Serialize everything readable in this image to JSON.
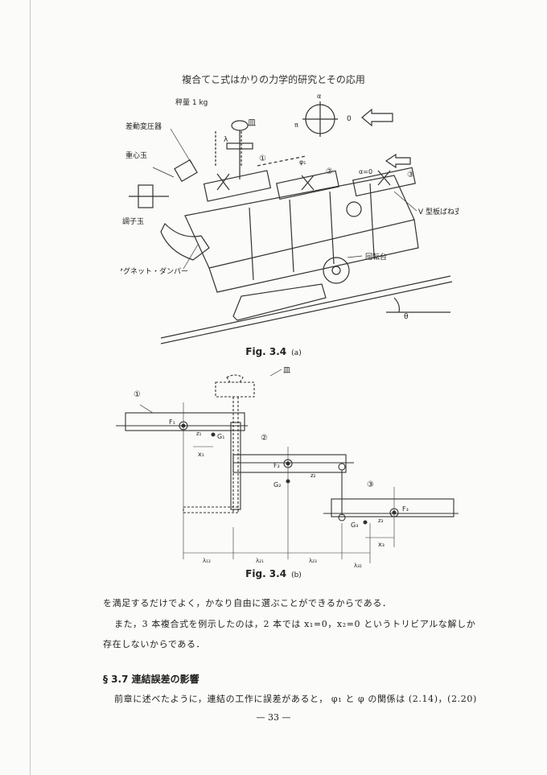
{
  "running_head": "複合てこ式はかりの力学的研究とその応用",
  "figure_a": {
    "caption": "Fig. 3.4",
    "caption_sub": "(a)",
    "labels": {
      "load": "秤量 1 kg",
      "differential_transformer": "差動変圧器",
      "center_weight": "重心玉",
      "adjust_weight": "調子玉",
      "magnet_damper": "マグネット・ダンパー",
      "dish": "皿",
      "lambda": "λ",
      "phi1": "φ₁",
      "c1": "①",
      "c2": "②",
      "c3": "③",
      "alpha0": "α=0",
      "alpha": "α",
      "pi": "π",
      "zero": "0",
      "v_spring": "V 型板ばね支点",
      "turntable": "回転台",
      "theta": "θ"
    }
  },
  "figure_b": {
    "caption": "Fig. 3.4",
    "caption_sub": "(b)",
    "labels": {
      "dish": "皿",
      "c1": "①",
      "c2": "②",
      "c3": "③",
      "F1": "F₁",
      "F2": "F₂",
      "F3": "F₃",
      "G1": "G₁",
      "G2": "G₂",
      "G3": "G₃",
      "z1": "z₁",
      "z2": "z₂",
      "z3": "z₃",
      "x1": "x₁",
      "x3": "x₃",
      "l12": "λ₁₂",
      "l21": "λ₂₁",
      "l23": "λ₂₃",
      "l32": "λ₃₂"
    }
  },
  "text": {
    "p1": "を満足するだけでよく，かなり自由に選ぶことができるからである．",
    "p2": "また，3 本複合式を例示したのは，2 本では x₁=0，x₂=0 というトリビアルな解しか",
    "p3": "存在しないからである．",
    "section": "§ 3.7  連結誤差の影響",
    "p4": "前章に述べたように，連結の工作に誤差があると，  φ₁ と φ の関係は (2.14)，(2.20)"
  },
  "page_number": "— 33 —"
}
